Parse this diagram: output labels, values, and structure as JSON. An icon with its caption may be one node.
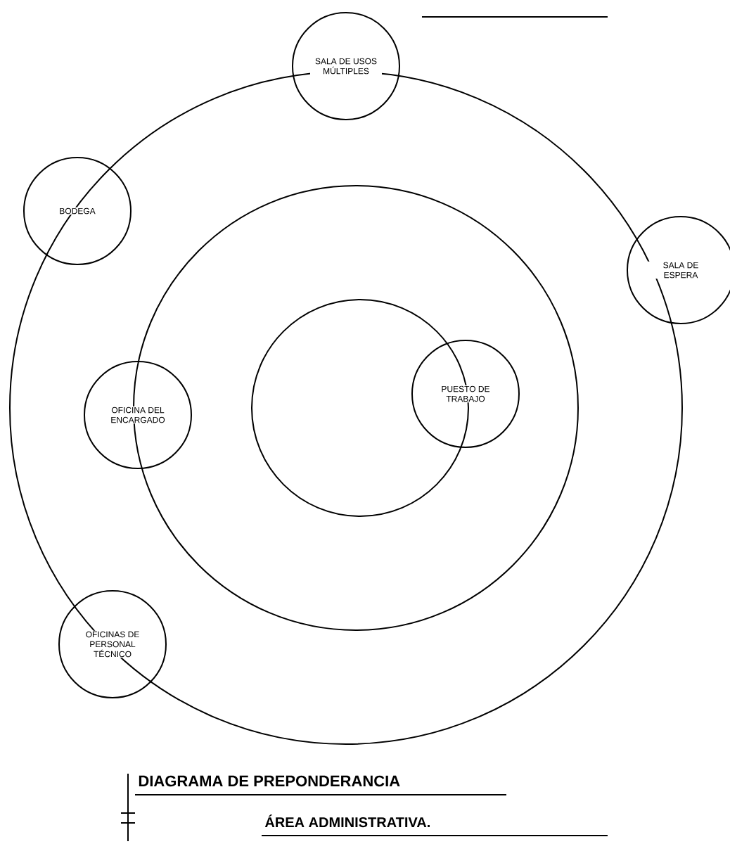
{
  "diagram": {
    "title": "DIAGRAMA DE PREPONDERANCIA",
    "nodes": [
      {
        "text": [
          "SALA DE USOS MÚLTIPLES"
        ]
      },
      {
        "text": [
          "BODEGA"
        ]
      },
      {
        "text": [
          "SALA DE ESPERA"
        ]
      },
      {
        "text": [
          "OFICINA DEL ENCARGADO"
        ]
      },
      {
        "text": [
          "PUESTO DE TRABAJO"
        ]
      },
      {
        "text": [
          "OFICINAS DE PERSONAL TÉCNICO"
        ]
      }
    ],
    "edges": [],
    "labels": [
      "ÁREA ADMINISTRATIVA."
    ]
  }
}
